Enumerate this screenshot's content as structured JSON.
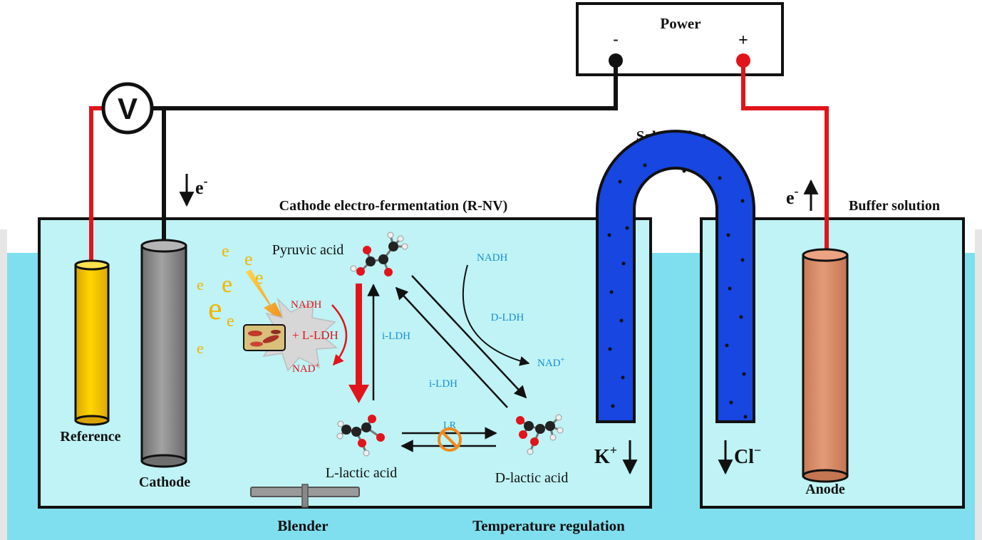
{
  "power": {
    "label": "Power",
    "minus": "-",
    "plus": "+"
  },
  "voltmeter": {
    "symbol": "V"
  },
  "electrons": {
    "cathode_label": "e",
    "anode_label": "e",
    "superscript": "-",
    "cloud": [
      "e",
      "e",
      "e",
      "e",
      "e",
      "e",
      "e",
      "e"
    ]
  },
  "chamber": {
    "title": "Cathode electro-fermentation (R-NV)",
    "blender": "Blender",
    "temperature": "Temperature regulation"
  },
  "salt_bridge": {
    "label": "Salt bridge"
  },
  "buffer": {
    "label": "Buffer solution"
  },
  "electrodes": {
    "reference": "Reference",
    "cathode": "Cathode",
    "anode": "Anode"
  },
  "ions": {
    "k": "K",
    "k_sup": "+",
    "cl": "Cl",
    "cl_sup": "−"
  },
  "pathway": {
    "pyruvic": "Pyruvic acid",
    "l_lactic": "L-lactic acid",
    "d_lactic": "D-lactic acid",
    "nadh_red": "NADH",
    "l_ldh": "+ L-LDH",
    "nad_red": "NAD",
    "nad_sup": "+",
    "ildh_1": "i-LDH",
    "ildh_2": "i-LDH",
    "nadh_blue": "NADH",
    "dldh": "D-LDH",
    "nad_blue": "NAD",
    "lr": "LR"
  },
  "colors": {
    "water": "#7fdfee",
    "chamber_fill": "#bff3f5",
    "wire_red": "#e2141b",
    "wire_black": "#111111",
    "reference_fill": "#f7c300",
    "cathode_fill": "#8a8a8a",
    "anode_fill": "#d48a66",
    "bridge_fill": "#1746e0",
    "label_blue": "#1a8ed0"
  }
}
